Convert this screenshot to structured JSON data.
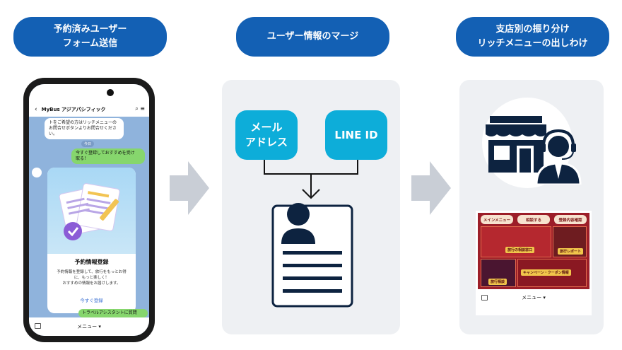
{
  "steps": [
    {
      "line1": "予約済みユーザー",
      "line2": "フォーム送信"
    },
    {
      "line1": "ユーザー情報のマージ",
      "line2": ""
    },
    {
      "line1": "支店別の振り分け",
      "line2": "リッチメニューの出しわけ"
    }
  ],
  "phone": {
    "chat_title": "MyBus アジアパシフィック",
    "msg_partial_1": "トをご希望の方はリッチメニューの",
    "msg_partial_2": "お問合せボタンよりお問合せくださ",
    "msg_partial_3": "い。",
    "today_label": "今日",
    "user_msg_1": "今すぐ登録しておすすめを受け",
    "user_msg_2": "取る！",
    "card_title": "予約情報登録",
    "card_text_1": "予約情報を登録して、旅行をもっとお得",
    "card_text_2": "に、もっと楽しく！",
    "card_text_3": "おすすめの情報をお届けします。",
    "card_link": "今すぐ登録",
    "user_msg_3": "トラベルアシスタントに質問",
    "menu_label": "メニュー ▾"
  },
  "merge": {
    "email_line1": "メール",
    "email_line2": "アドレス",
    "line_id": "LINE ID"
  },
  "richmenu": {
    "tabs": [
      "メインメニュー",
      "相談する",
      "登録内容確認"
    ],
    "cells": [
      "旅行の相談窓口",
      "キャンペーン・クーポン情報",
      "旅行レポート",
      "旅行相談"
    ],
    "menu_label": "メニュー ▾"
  },
  "colors": {
    "pill": "#1360b4",
    "tag": "#0dadd9",
    "panel": "#eef0f3",
    "icon_dark": "#0d2340"
  }
}
